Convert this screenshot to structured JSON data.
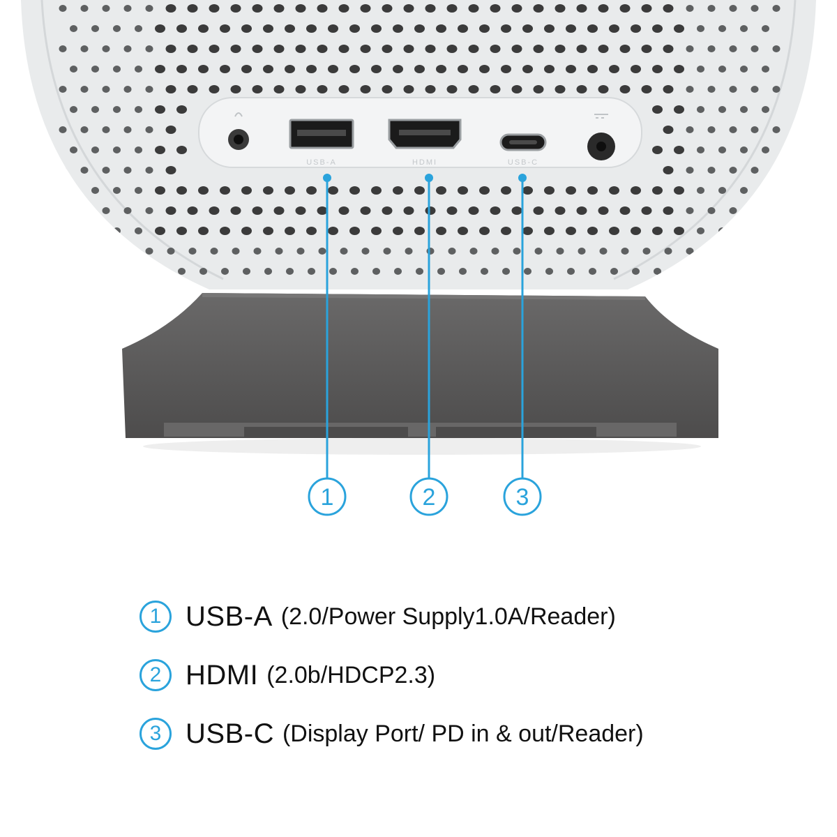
{
  "colors": {
    "accent": "#2aa3dc",
    "body": "#e9ebec",
    "panel": "#f3f4f5",
    "stand": "#5a5959",
    "text": "#111111"
  },
  "device": {
    "port_labels": [
      "USB-A",
      "HDMI",
      "USB-C"
    ]
  },
  "callouts": [
    {
      "number": "1",
      "name": "USB-A",
      "detail": "(2.0/Power Supply1.0A/Reader)"
    },
    {
      "number": "2",
      "name": "HDMI",
      "detail": "(2.0b/HDCP2.3)"
    },
    {
      "number": "3",
      "name": "USB-C",
      "detail": "(Display Port/ PD in & out/Reader)"
    }
  ]
}
